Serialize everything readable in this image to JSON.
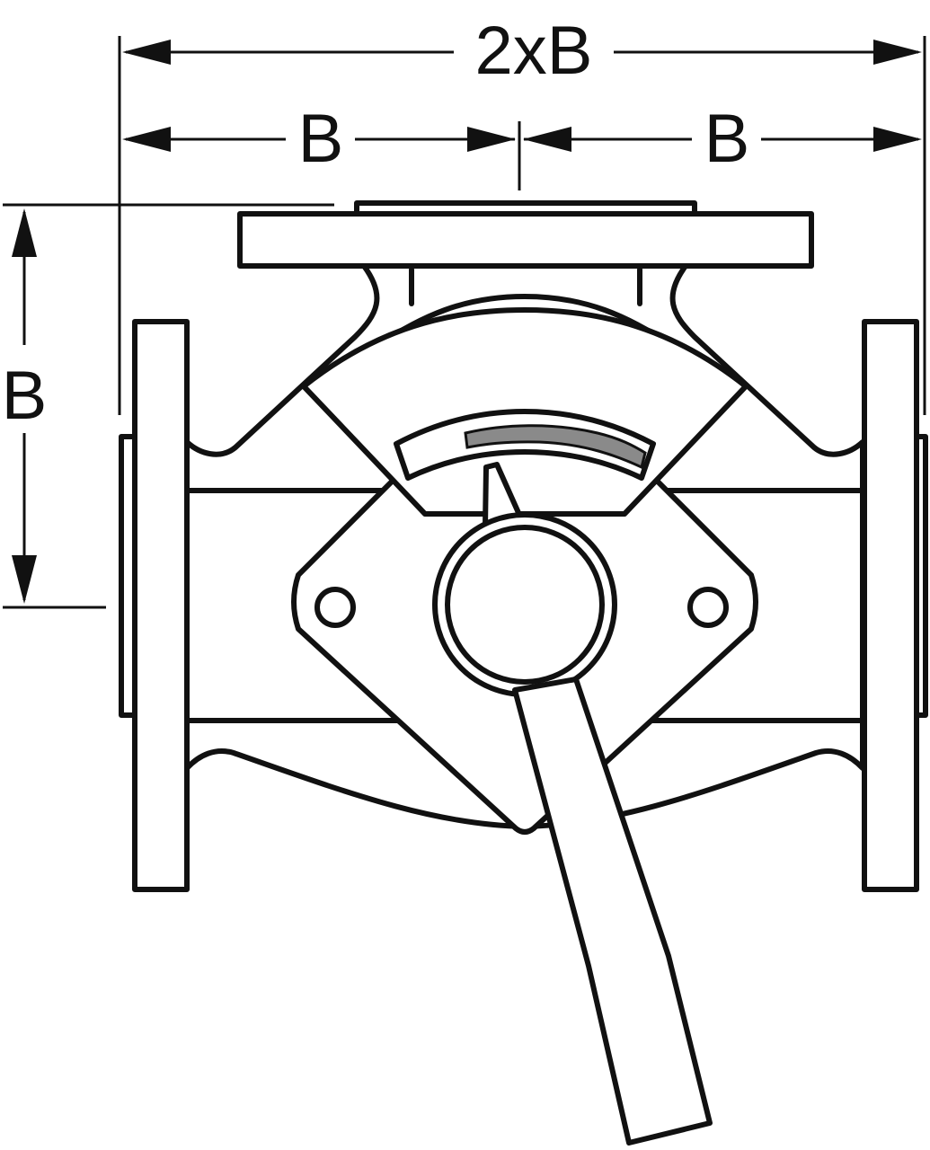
{
  "dimensions": {
    "overall_width_label": "2xB",
    "left_half_label": "B",
    "right_half_label": "B",
    "height_label": "B"
  },
  "colors": {
    "line": "#111111",
    "background": "#ffffff",
    "gauge_band": "#8a8a8a"
  }
}
